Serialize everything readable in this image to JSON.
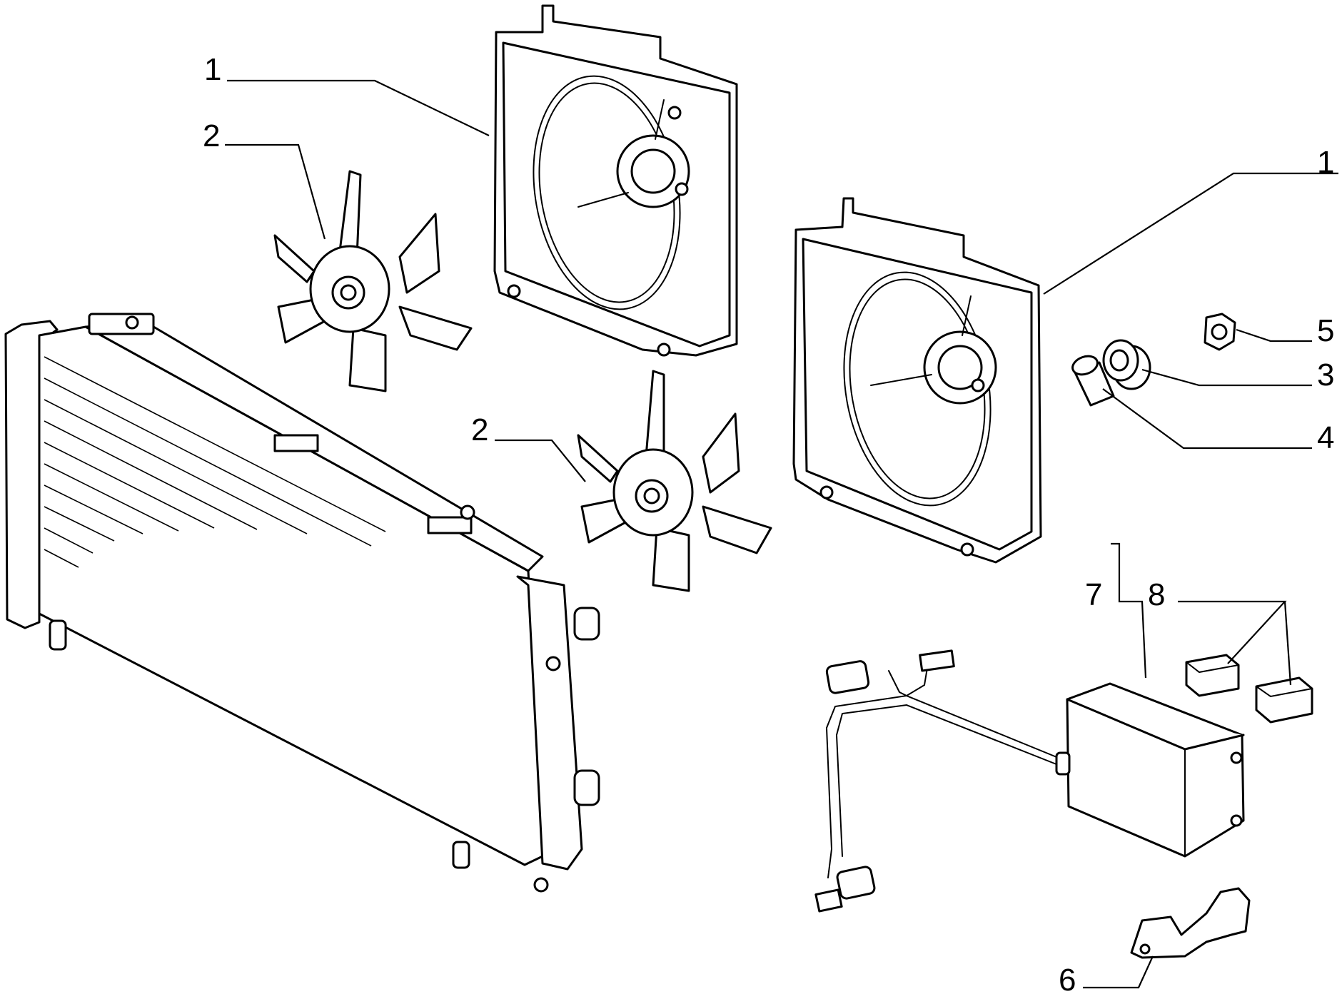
{
  "callouts": {
    "shroud_left": "1",
    "shroud_right": "1",
    "fan_upper": "2",
    "fan_lower": "2",
    "bushing": "3",
    "spacer": "4",
    "nut": "5",
    "bracket": "6",
    "control_unit": "7",
    "relays": "8"
  },
  "colors": {
    "line": "#000000",
    "background": "#ffffff"
  }
}
